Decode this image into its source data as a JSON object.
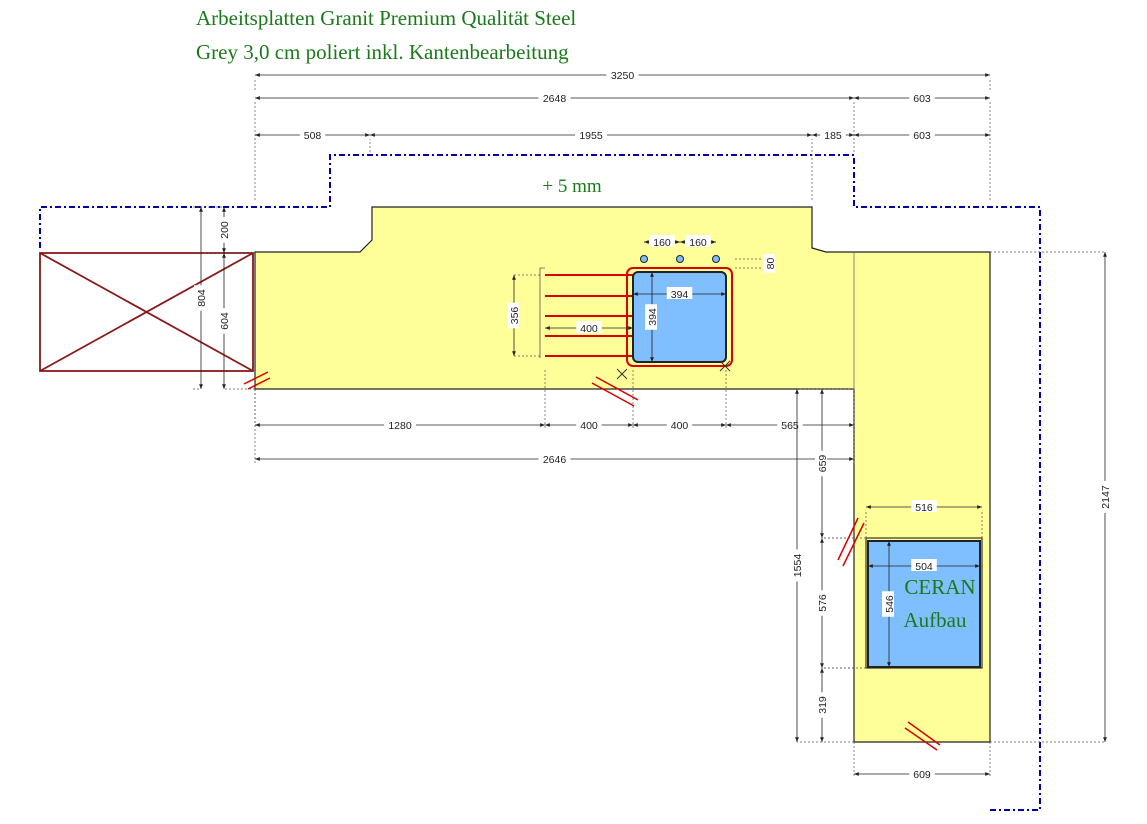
{
  "title": {
    "line1": "Arbeitsplatten Granit Premium Qualität Steel",
    "line2": "Grey 3,0 cm poliert inkl. Kantenbearbeitung"
  },
  "annotations": {
    "wall_offset": "+ 5 mm",
    "cooktop_line1": "CERAN",
    "cooktop_line2": "Aufbau"
  },
  "dimensions": {
    "total_width": "3250",
    "main_length_top": "2648",
    "corner_width_top": "603",
    "left_segment": "508",
    "middle_segment": "1955",
    "small_segment": "185",
    "corner_width_2": "603",
    "back_depth": "200",
    "total_depth": "804",
    "counter_depth": "604",
    "tap_spacing_1": "160",
    "tap_spacing_2": "160",
    "tap_offset": "80",
    "sink_width": "394",
    "sink_depth": "394",
    "drainboard_width": "400",
    "drainboard_depth": "356",
    "bottom_left": "1280",
    "bottom_drain": "400",
    "bottom_sink": "400",
    "bottom_right": "565",
    "bottom_total": "2646",
    "cooktop_offset_top": "659",
    "cooktop_depth_outer": "576",
    "cooktop_offset_bottom": "319",
    "side_partial": "1554",
    "side_total": "2147",
    "cooktop_width_outer": "516",
    "cooktop_width_inner": "504",
    "cooktop_depth_inner": "546",
    "corner_bottom_width": "609"
  },
  "colors": {
    "countertop": "#ffff99",
    "cutout": "#80bfff",
    "wall_outline": "#0000aa",
    "drainboard": "#dd0000",
    "cross_box": "#8b1a1a",
    "title_green": "#1a7a1a"
  }
}
